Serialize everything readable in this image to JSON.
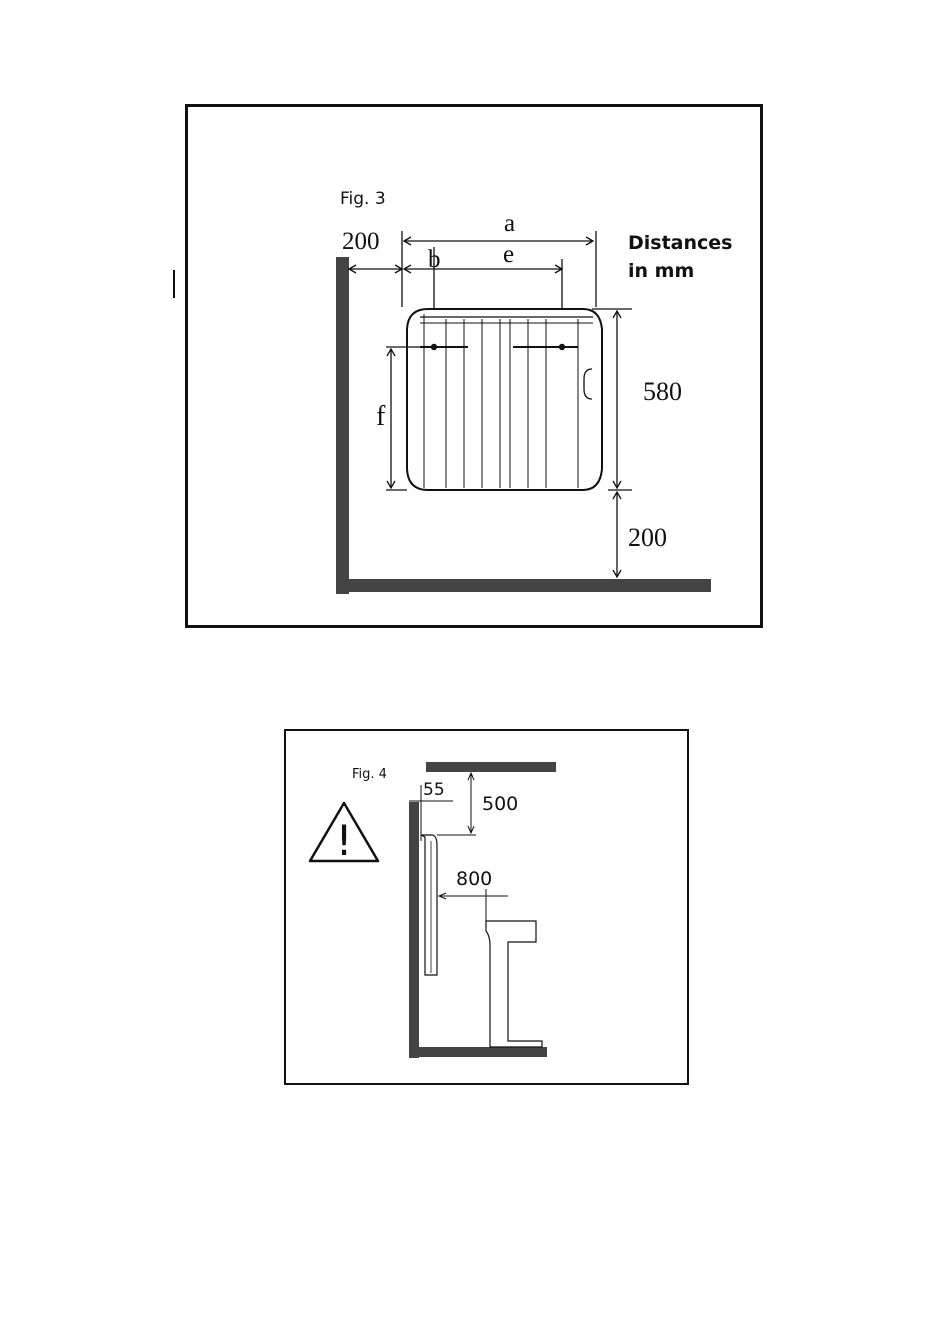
{
  "fig3": {
    "caption": "Fig. 3",
    "note_line1": "Distances",
    "note_line2": "in mm",
    "dim_wall_side": "200",
    "dim_a": "a",
    "dim_b": "b",
    "dim_e": "e",
    "dim_f": "f",
    "dim_height": "580",
    "dim_floor": "200"
  },
  "fig4": {
    "caption": "Fig. 4",
    "dim_wall_gap": "55",
    "dim_top": "500",
    "dim_front": "800",
    "warning_symbol": "!"
  },
  "colors": {
    "wall": "#444444",
    "line": "#111111",
    "frame_border": "#111111"
  }
}
